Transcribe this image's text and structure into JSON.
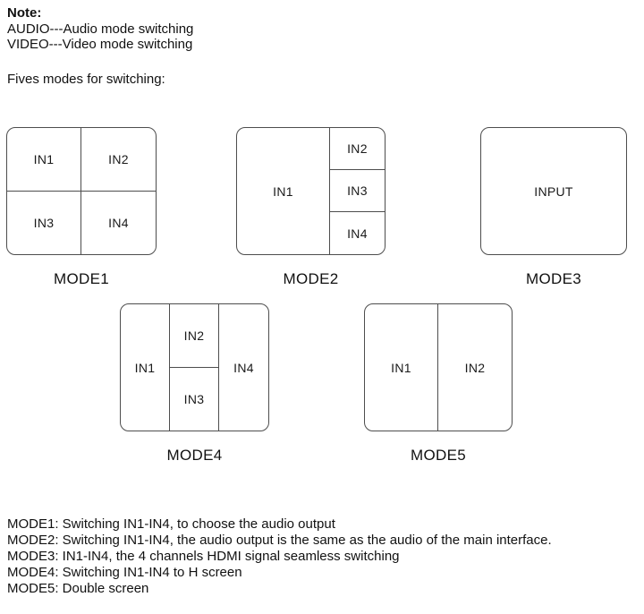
{
  "note": {
    "title": "Note:",
    "audio_line": "AUDIO---Audio mode switching",
    "video_line": "VIDEO---Video mode switching"
  },
  "heading": "Fives modes for switching:",
  "modes": {
    "mode1": {
      "label": "MODE1",
      "cells": {
        "in1": "IN1",
        "in2": "IN2",
        "in3": "IN3",
        "in4": "IN4"
      }
    },
    "mode2": {
      "label": "MODE2",
      "cells": {
        "in1": "IN1",
        "in2": "IN2",
        "in3": "IN3",
        "in4": "IN4"
      }
    },
    "mode3": {
      "label": "MODE3",
      "cells": {
        "input": "INPUT"
      }
    },
    "mode4": {
      "label": "MODE4",
      "cells": {
        "in1": "IN1",
        "in2": "IN2",
        "in3": "IN3",
        "in4": "IN4"
      }
    },
    "mode5": {
      "label": "MODE5",
      "cells": {
        "in1": "IN1",
        "in2": "IN2"
      }
    }
  },
  "descriptions": [
    "MODE1: Switching IN1-IN4, to choose the audio output",
    "MODE2: Switching IN1-IN4, the audio output is the same as the audio of the main interface.",
    "MODE3: IN1-IN4, the 4 channels HDMI signal seamless switching",
    "MODE4: Switching IN1-IN4 to H screen",
    "MODE5: Double screen"
  ],
  "colors": {
    "border": "#4d4d4d",
    "text": "#111111",
    "background": "#ffffff"
  }
}
